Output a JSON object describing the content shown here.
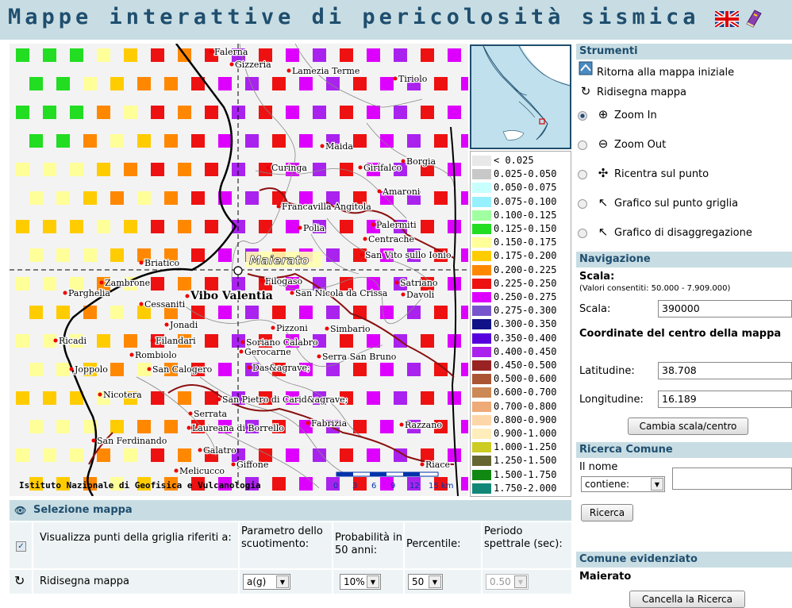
{
  "header": {
    "title": "Mappe interattive di pericolosità sismica"
  },
  "colors": {
    "header_bg": "#c8dde3",
    "title": "#1f4e6e",
    "accent": "#1f4e6e"
  },
  "map": {
    "credit": "Istituto Nazionale di Geofisica e Vulcanologia",
    "scale_ticks": [
      "0",
      "3",
      "6",
      "9",
      "12",
      "15 km"
    ],
    "selected_place": "Maierato",
    "towns": [
      "Falerna",
      "Gizzeria",
      "Lamezia Terme",
      "Tiriolo",
      "Maida",
      "Curinga",
      "Girifalco",
      "Borgia",
      "Amaroni",
      "Francavilla Angitola",
      "Palermiti",
      "Polia",
      "Centrache",
      "San Vito sullo Ionio",
      "Briatico",
      "Zambrone",
      "Filogaso",
      "Satriano",
      "Parghelia",
      "Vibo Valentia",
      "San Nicola da Crissa",
      "Davoli",
      "Cessaniti",
      "Jonadi",
      "Pizzoni",
      "Simbario",
      "Ricadi",
      "Filandari",
      "Soriano Calabro",
      "Rombiolo",
      "Gerocarne",
      "Serra San Bruno",
      "Joppolo",
      "San Calogero",
      "Das&agrave;",
      "Nicotera",
      "San Pietro di Carid&agrave;",
      "Serrata",
      "Fabrizia",
      "Laureana di Borrello",
      "Razzano",
      "San Ferdinando",
      "Galatro",
      "Giffone",
      "Melicucco",
      "Riace"
    ]
  },
  "legend": [
    {
      "label": "< 0.025",
      "color": "#e8e8e8"
    },
    {
      "label": "0.025-0.050",
      "color": "#c8c8c8"
    },
    {
      "label": "0.050-0.075",
      "color": "#c8ffff"
    },
    {
      "label": "0.075-0.100",
      "color": "#96f0ff"
    },
    {
      "label": "0.100-0.125",
      "color": "#a0ffa0"
    },
    {
      "label": "0.125-0.150",
      "color": "#22dd22"
    },
    {
      "label": "0.150-0.175",
      "color": "#ffff99"
    },
    {
      "label": "0.175-0.200",
      "color": "#ffcc00"
    },
    {
      "label": "0.200-0.225",
      "color": "#ff8800"
    },
    {
      "label": "0.225-0.250",
      "color": "#ee1111"
    },
    {
      "label": "0.250-0.275",
      "color": "#dd00ff"
    },
    {
      "label": "0.275-0.300",
      "color": "#7755cc"
    },
    {
      "label": "0.300-0.350",
      "color": "#111188"
    },
    {
      "label": "0.350-0.400",
      "color": "#5500dd"
    },
    {
      "label": "0.400-0.450",
      "color": "#aa22ee"
    },
    {
      "label": "0.450-0.500",
      "color": "#992222"
    },
    {
      "label": "0.500-0.600",
      "color": "#aa5533"
    },
    {
      "label": "0.600-0.700",
      "color": "#cc8855"
    },
    {
      "label": "0.700-0.800",
      "color": "#eeaa77"
    },
    {
      "label": "0.800-0.900",
      "color": "#ffd6a8"
    },
    {
      "label": "0.900-1.000",
      "color": "#ffeebb"
    },
    {
      "label": "1.000-1.250",
      "color": "#cccc22"
    },
    {
      "label": "1.250-1.500",
      "color": "#666633"
    },
    {
      "label": "1.500-1.750",
      "color": "#118811"
    },
    {
      "label": "1.750-2.000",
      "color": "#118877"
    }
  ],
  "tools": {
    "heading": "Strumenti",
    "reset": "Ritorna alla mappa iniziale",
    "redraw": "Ridisegna mappa",
    "zoom_in": "Zoom In",
    "zoom_out": "Zoom Out",
    "recenter": "Ricentra sul punto",
    "grid_chart": "Grafico sul punto griglia",
    "disagg_chart": "Grafico di disaggregazione"
  },
  "navigation": {
    "heading": "Navigazione",
    "scale_title": "Scala:",
    "scale_note": "(Valori consentiti: 50.000 - 7.909.000)",
    "scale_label": "Scala:",
    "scale_value": "390000",
    "coords_title": "Coordinate del centro della mappa",
    "lat_label": "Latitudine:",
    "lat_value": "38.708",
    "lon_label": "Longitudine:",
    "lon_value": "16.189",
    "apply_button": "Cambia scala/centro"
  },
  "search": {
    "heading": "Ricerca Comune",
    "name_label": "Il nome",
    "mode": "contiene:",
    "query": "",
    "button": "Ricerca"
  },
  "highlight": {
    "heading": "Comune evidenziato",
    "value": "Maierato",
    "clear_button": "Cancella la Ricerca"
  },
  "selection": {
    "heading": "Selezione mappa",
    "show_points_label": "Visualizza punti della griglia riferiti a:",
    "param_header": "Parametro dello scuotimento:",
    "prob_header": "Probabilità in 50 anni:",
    "perc_header": "Percentile:",
    "period_header": "Periodo spettrale (sec):",
    "redraw_label": "Ridisegna mappa",
    "param_value": "a(g)",
    "prob_value": "10%",
    "perc_value": "50",
    "period_value": "0.50"
  }
}
